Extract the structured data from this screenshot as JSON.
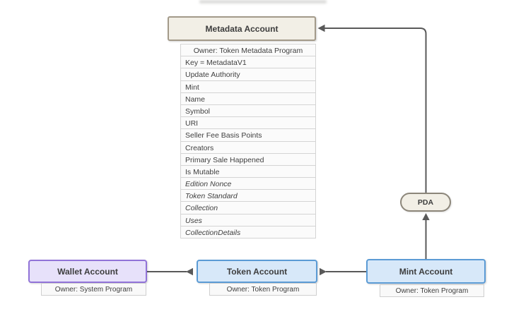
{
  "colors": {
    "arrow": "#595959",
    "beige_fill": "#f2efe6",
    "beige_border": "#a39a8a",
    "pda_border": "#8c867a",
    "wallet_fill": "#e7e1fa",
    "wallet_border": "#9173d8",
    "token_fill": "#d7e8f9",
    "token_border": "#5b9bd5"
  },
  "metadata_account": {
    "title": "Metadata Account",
    "fields": [
      {
        "text": "Owner: Token Metadata Program",
        "center": true
      },
      {
        "text": "Key = MetadataV1"
      },
      {
        "text": "Update Authority"
      },
      {
        "text": "Mint"
      },
      {
        "text": "Name"
      },
      {
        "text": "Symbol"
      },
      {
        "text": "URI"
      },
      {
        "text": "Seller Fee Basis Points"
      },
      {
        "text": "Creators"
      },
      {
        "text": "Primary Sale Happened"
      },
      {
        "text": "Is Mutable"
      },
      {
        "text": "Edition Nonce",
        "italic": true
      },
      {
        "text": "Token Standard",
        "italic": true
      },
      {
        "text": "Collection",
        "italic": true
      },
      {
        "text": "Uses",
        "italic": true
      },
      {
        "text": "CollectionDetails",
        "italic": true
      }
    ]
  },
  "pda": {
    "label": "PDA"
  },
  "wallet_account": {
    "title": "Wallet Account",
    "owner": "Owner: System Program"
  },
  "token_account": {
    "title": "Token Account",
    "owner": "Owner: Token Program"
  },
  "mint_account": {
    "title": "Mint Account",
    "owner": "Owner: Token Program"
  }
}
